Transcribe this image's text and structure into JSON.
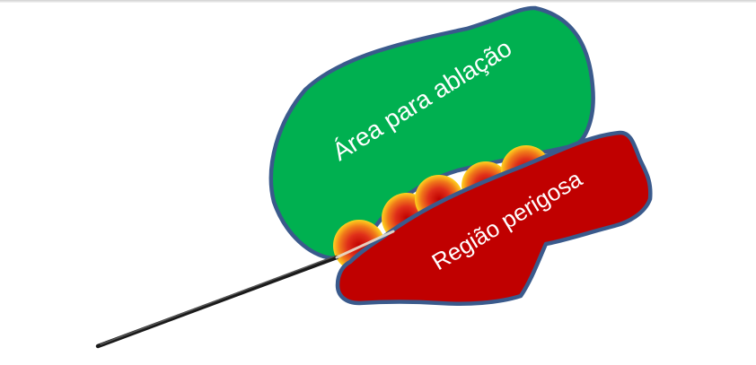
{
  "ablation_area": {
    "label": "Área para ablação",
    "fill_color": "#00B050"
  },
  "danger_region": {
    "label": "Região perigosa",
    "fill_color": "#C00000"
  },
  "outline_color": "#3A5A8C",
  "ablation_zone_icon": "heat-ablation-sphere",
  "ablation_zone_count": 5,
  "probe_icon": "ablation-needle"
}
